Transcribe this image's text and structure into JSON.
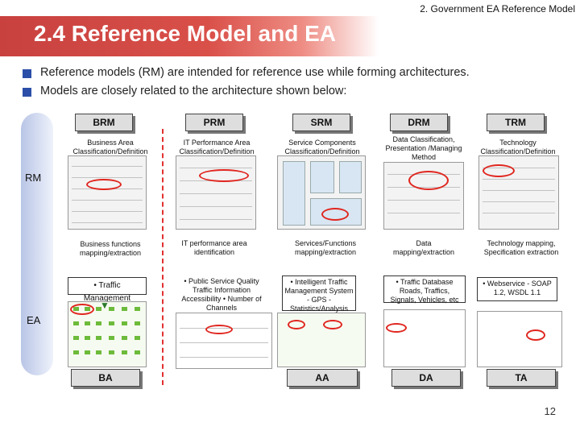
{
  "header": {
    "section": "2. Government EA Reference Model",
    "title": "2.4 Reference Model and EA"
  },
  "bullets": [
    "Reference models (RM) are intended for reference use while forming architectures.",
    "Models are closely related to the architecture shown below:"
  ],
  "rows": {
    "rm": "RM",
    "ea": "EA"
  },
  "columns": [
    {
      "rm_label": "BRM",
      "rm_caption": "Business Area Classification/Definition",
      "mapping": "Business functions mapping/extraction",
      "ea_text": "• Traffic Management",
      "ea_label": "BA"
    },
    {
      "rm_label": "PRM",
      "rm_caption": "IT Performance Area Classification/Definition",
      "mapping": "IT performance area identification",
      "ea_text": "• Public Service Quality Traffic Information Accessibility • Number of Channels",
      "ea_label": ""
    },
    {
      "rm_label": "SRM",
      "rm_caption": "Service Components Classification/Definition",
      "mapping": "Services/Functions mapping/extraction",
      "ea_text": "• Intelligent Traffic Management System - GPS - Statistics/Analysis",
      "ea_label": "AA"
    },
    {
      "rm_label": "DRM",
      "rm_caption": "Data Classification, Presentation /Managing Method",
      "mapping": "Data mapping/extraction",
      "ea_text": "• Traffic Database Roads, Traffics, Signals, Vehicles, etc",
      "ea_label": "DA"
    },
    {
      "rm_label": "TRM",
      "rm_caption": "Technology Classification/Definition",
      "mapping": "Technology mapping, Specification extraction",
      "ea_text": "• Webservice - SOAP 1.2, WSDL 1.1",
      "ea_label": "TA"
    }
  ],
  "page_number": "12",
  "colors": {
    "title_red": "#c8413f",
    "bullet_blue": "#2b4fa8",
    "highlight_red": "#e0261f"
  }
}
